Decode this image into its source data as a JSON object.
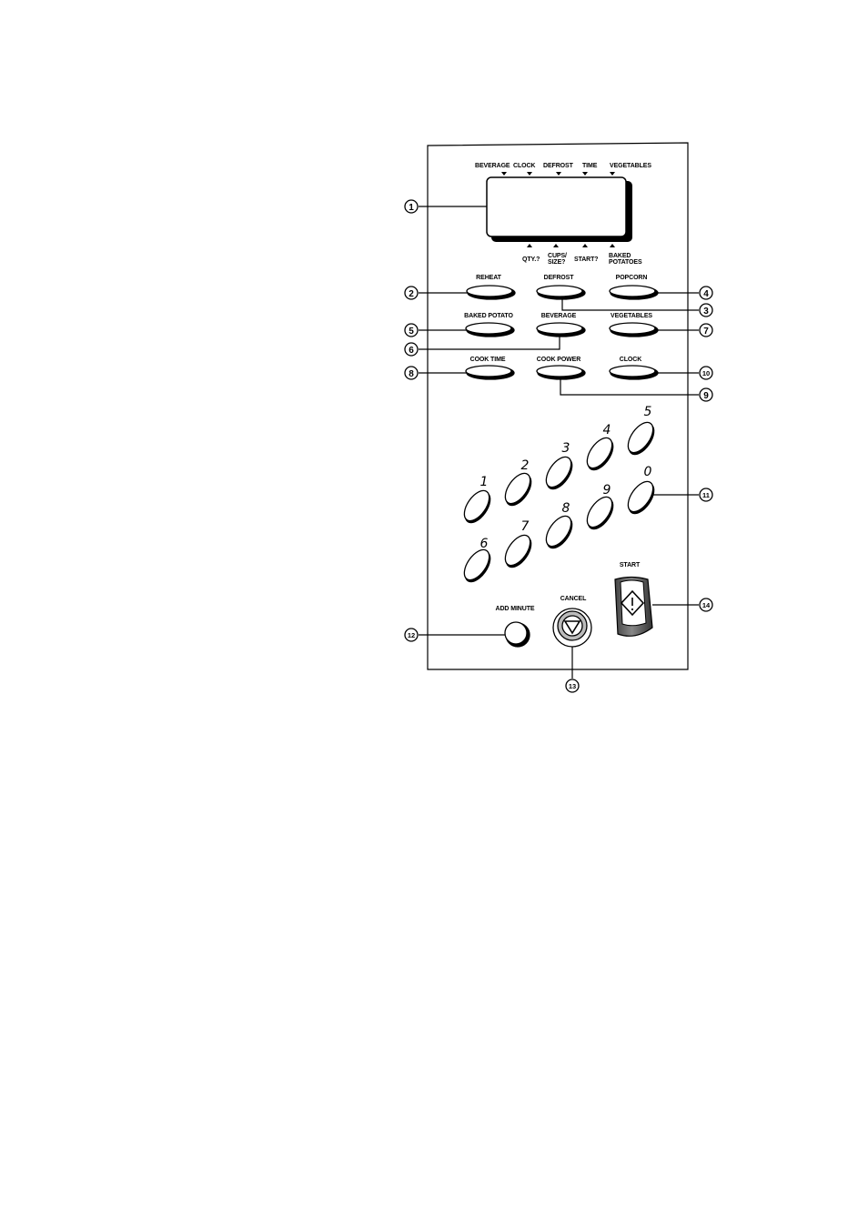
{
  "indicators_top": [
    "BEVERAGE",
    "CLOCK",
    "DEFROST",
    "TIME",
    "VEGETABLES"
  ],
  "indicators_bottom": [
    "QTY.?",
    "CUPS/",
    "SIZE?",
    "START?",
    "BAKED",
    "POTATOES"
  ],
  "pads": {
    "reheat": "REHEAT",
    "defrost": "DEFROST",
    "popcorn": "POPCORN",
    "baked_potato": "BAKED POTATO",
    "beverage": "BEVERAGE",
    "vegetables": "VEGETABLES",
    "cook_time": "COOK TIME",
    "cook_power": "COOK POWER",
    "clock": "CLOCK",
    "add_minute": "ADD MINUTE",
    "cancel": "CANCEL",
    "start": "START"
  },
  "digits": [
    "1",
    "2",
    "3",
    "4",
    "5",
    "6",
    "7",
    "8",
    "9",
    "0"
  ],
  "callouts": [
    "1",
    "2",
    "3",
    "4",
    "5",
    "6",
    "7",
    "8",
    "9",
    "10",
    "11",
    "12",
    "13",
    "14"
  ]
}
